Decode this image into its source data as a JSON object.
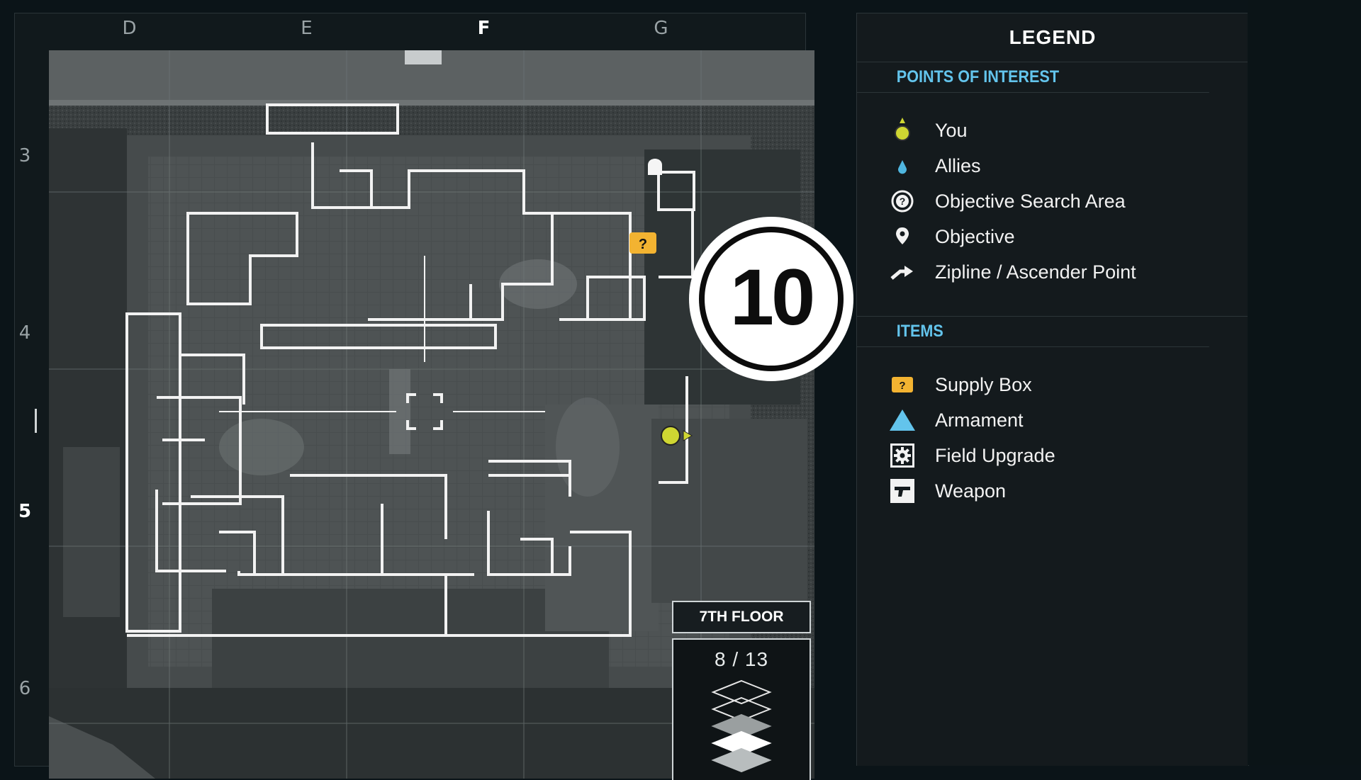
{
  "map": {
    "columns": [
      "D",
      "E",
      "F",
      "G"
    ],
    "active_column": "F",
    "rows": [
      "3",
      "4",
      "5",
      "6"
    ],
    "active_row": "5"
  },
  "zone": {
    "number": "10"
  },
  "floor": {
    "label": "7TH FLOOR",
    "counter": "8 / 13"
  },
  "legend": {
    "title": "LEGEND",
    "poi_title": "POINTS OF INTEREST",
    "poi_items": [
      {
        "label": "You",
        "icon": "player-marker-icon"
      },
      {
        "label": "Allies",
        "icon": "ally-marker-icon"
      },
      {
        "label": "Objective Search Area",
        "icon": "objective-search-icon"
      },
      {
        "label": "Objective",
        "icon": "objective-pin-icon"
      },
      {
        "label": "Zipline / Ascender Point",
        "icon": "zipline-icon"
      }
    ],
    "items_title": "ITEMS",
    "item_items": [
      {
        "label": "Supply Box",
        "icon": "supply-box-icon"
      },
      {
        "label": "Armament",
        "icon": "armament-icon"
      },
      {
        "label": "Field Upgrade",
        "icon": "field-upgrade-icon"
      },
      {
        "label": "Weapon",
        "icon": "weapon-icon"
      }
    ]
  },
  "colors": {
    "accent": "#63c4ec",
    "supply_box": "#f3b331",
    "player": "#cfd632",
    "ally": "#4fb6e0"
  }
}
